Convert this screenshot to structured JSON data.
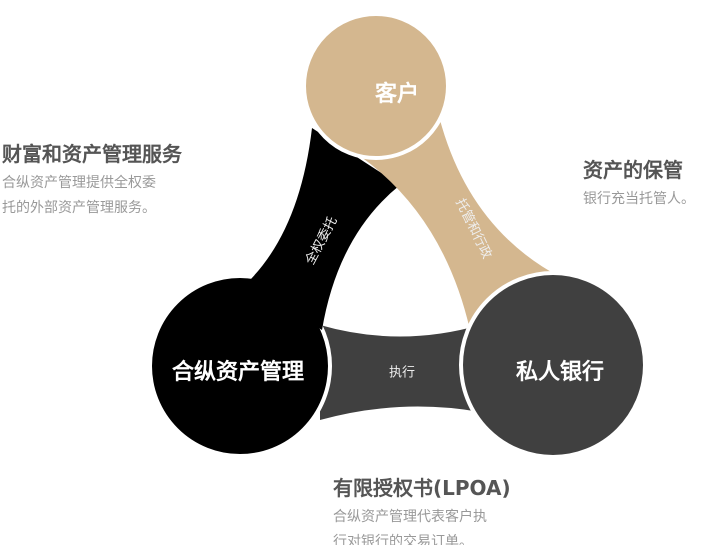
{
  "colors": {
    "tan": "#d4b78f",
    "black": "#000000",
    "gray": "#404040"
  },
  "nodes": {
    "client": "客户",
    "advisor": "合纵资产管理",
    "bank": "私人银行"
  },
  "links": {
    "discretionary": "全权委托",
    "custody": "托管和行政",
    "execution": "执行"
  },
  "annotations": {
    "wealth": {
      "title": "财富和资产管理服务",
      "lines": [
        "合纵资产管理提供全权委",
        "托的外部资产管理服务。"
      ]
    },
    "custody": {
      "title": "资产的保管",
      "lines": [
        "银行充当托管人。"
      ]
    },
    "lpoa": {
      "title": "有限授权书(LPOA)",
      "lines": [
        "合纵资产管理代表客户执",
        "行对银行的交易订单。"
      ]
    }
  }
}
